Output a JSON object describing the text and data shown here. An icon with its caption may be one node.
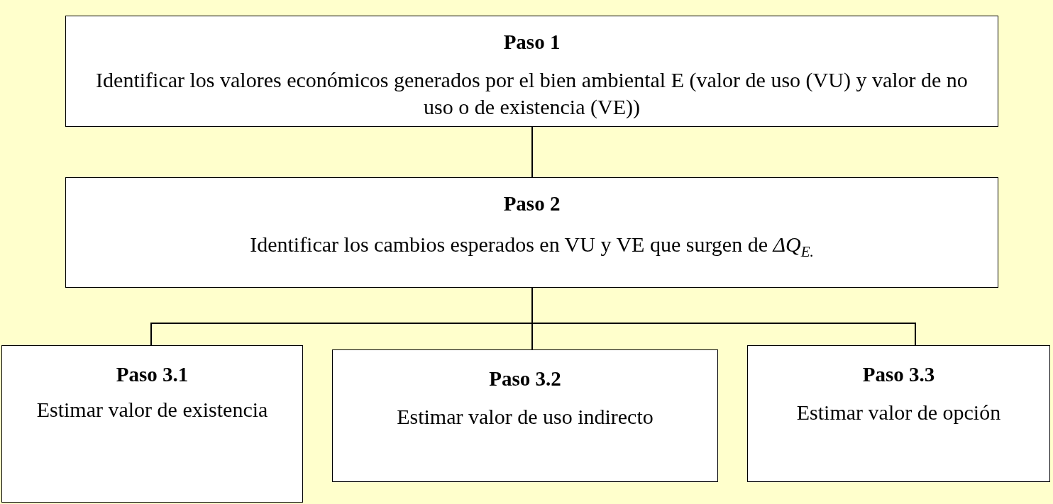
{
  "diagram": {
    "nodes": [
      {
        "text": [
          "Paso 1",
          "Identificar los valores económicos generados por el bien ambiental E (valor de uso (VU) y valor de no uso o de existencia (VE))"
        ]
      },
      {
        "text": [
          "Paso 2",
          "Identificar los cambios esperados en VU y VE que surgen de *ΔQ*$_{E.}$"
        ]
      },
      {
        "text": [
          "Paso 3.1",
          "Estimar valor de existencia"
        ]
      },
      {
        "text": [
          "Paso 3.2",
          "Estimar valor de uso indirecto"
        ]
      },
      {
        "text": [
          "Paso 3.3",
          "Estimar valor de opción"
        ]
      }
    ],
    "edges": [
      {
        "from": 0,
        "to": 1,
        "arrow": "none"
      },
      {
        "from": 1,
        "to": 2,
        "arrow": "none"
      },
      {
        "from": 1,
        "to": 3,
        "arrow": "none"
      },
      {
        "from": 1,
        "to": 4,
        "arrow": "none"
      }
    ]
  }
}
